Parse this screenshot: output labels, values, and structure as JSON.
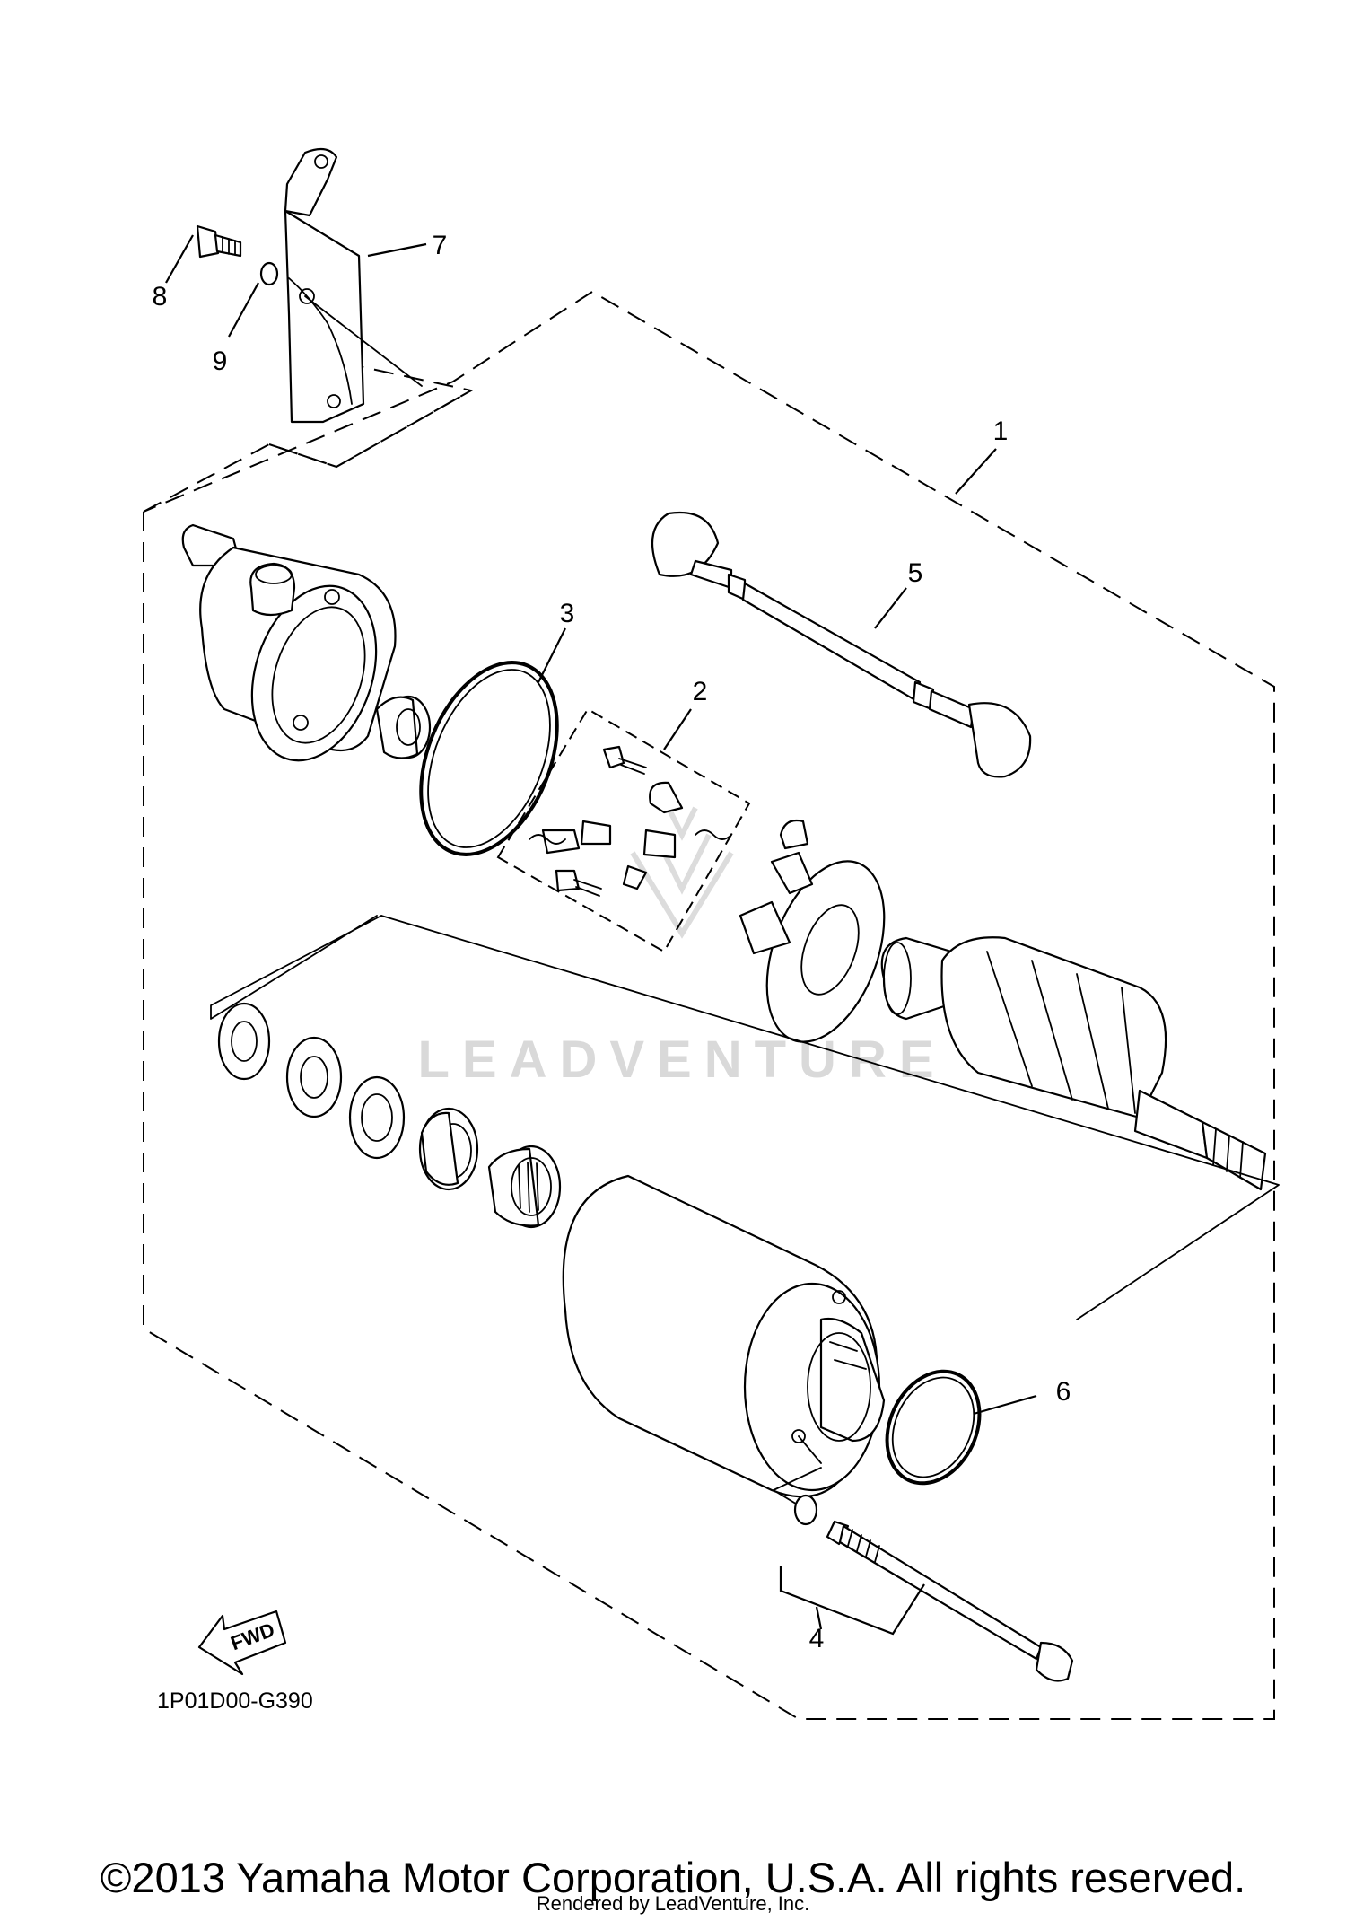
{
  "diagram": {
    "callouts": [
      {
        "id": "c1",
        "label": "1"
      },
      {
        "id": "c2",
        "label": "2"
      },
      {
        "id": "c3",
        "label": "3"
      },
      {
        "id": "c4",
        "label": "4"
      },
      {
        "id": "c5",
        "label": "5"
      },
      {
        "id": "c6",
        "label": "6"
      },
      {
        "id": "c7",
        "label": "7"
      },
      {
        "id": "c8",
        "label": "8"
      },
      {
        "id": "c9",
        "label": "9"
      }
    ],
    "fwd_label": "FWD",
    "drawing_code": "1P01D00-G390",
    "watermark_text": "LEADVENTURE"
  },
  "footer": {
    "copyright": "©2013 Yamaha Motor Corporation, U.S.A. All rights reserved.",
    "rendered_by": "Rendered by LeadVenture, Inc."
  }
}
